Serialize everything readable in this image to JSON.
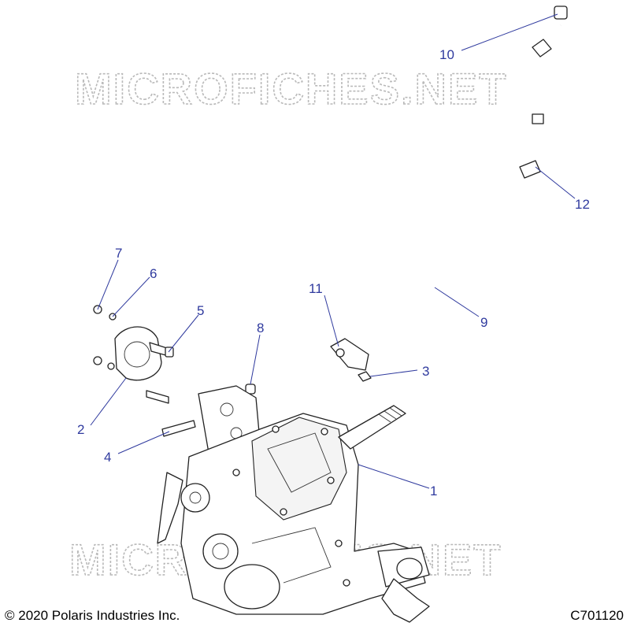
{
  "watermark": {
    "text": "MICROFICHES.NET"
  },
  "callouts": [
    {
      "id": "c1",
      "label": "1"
    },
    {
      "id": "c2",
      "label": "2"
    },
    {
      "id": "c3",
      "label": "3"
    },
    {
      "id": "c4",
      "label": "4"
    },
    {
      "id": "c5",
      "label": "5"
    },
    {
      "id": "c6",
      "label": "6"
    },
    {
      "id": "c7",
      "label": "7"
    },
    {
      "id": "c8",
      "label": "8"
    },
    {
      "id": "c9",
      "label": "9"
    },
    {
      "id": "c10",
      "label": "10"
    },
    {
      "id": "c11",
      "label": "11"
    },
    {
      "id": "c12",
      "label": "12"
    }
  ],
  "footer": {
    "copyright": "© 2020 Polaris Industries Inc.",
    "drawing_id": "C701120"
  },
  "colors": {
    "callout": "#2f3a9e",
    "watermark_stroke": "#b9b9b9",
    "line_art": "#222222"
  }
}
